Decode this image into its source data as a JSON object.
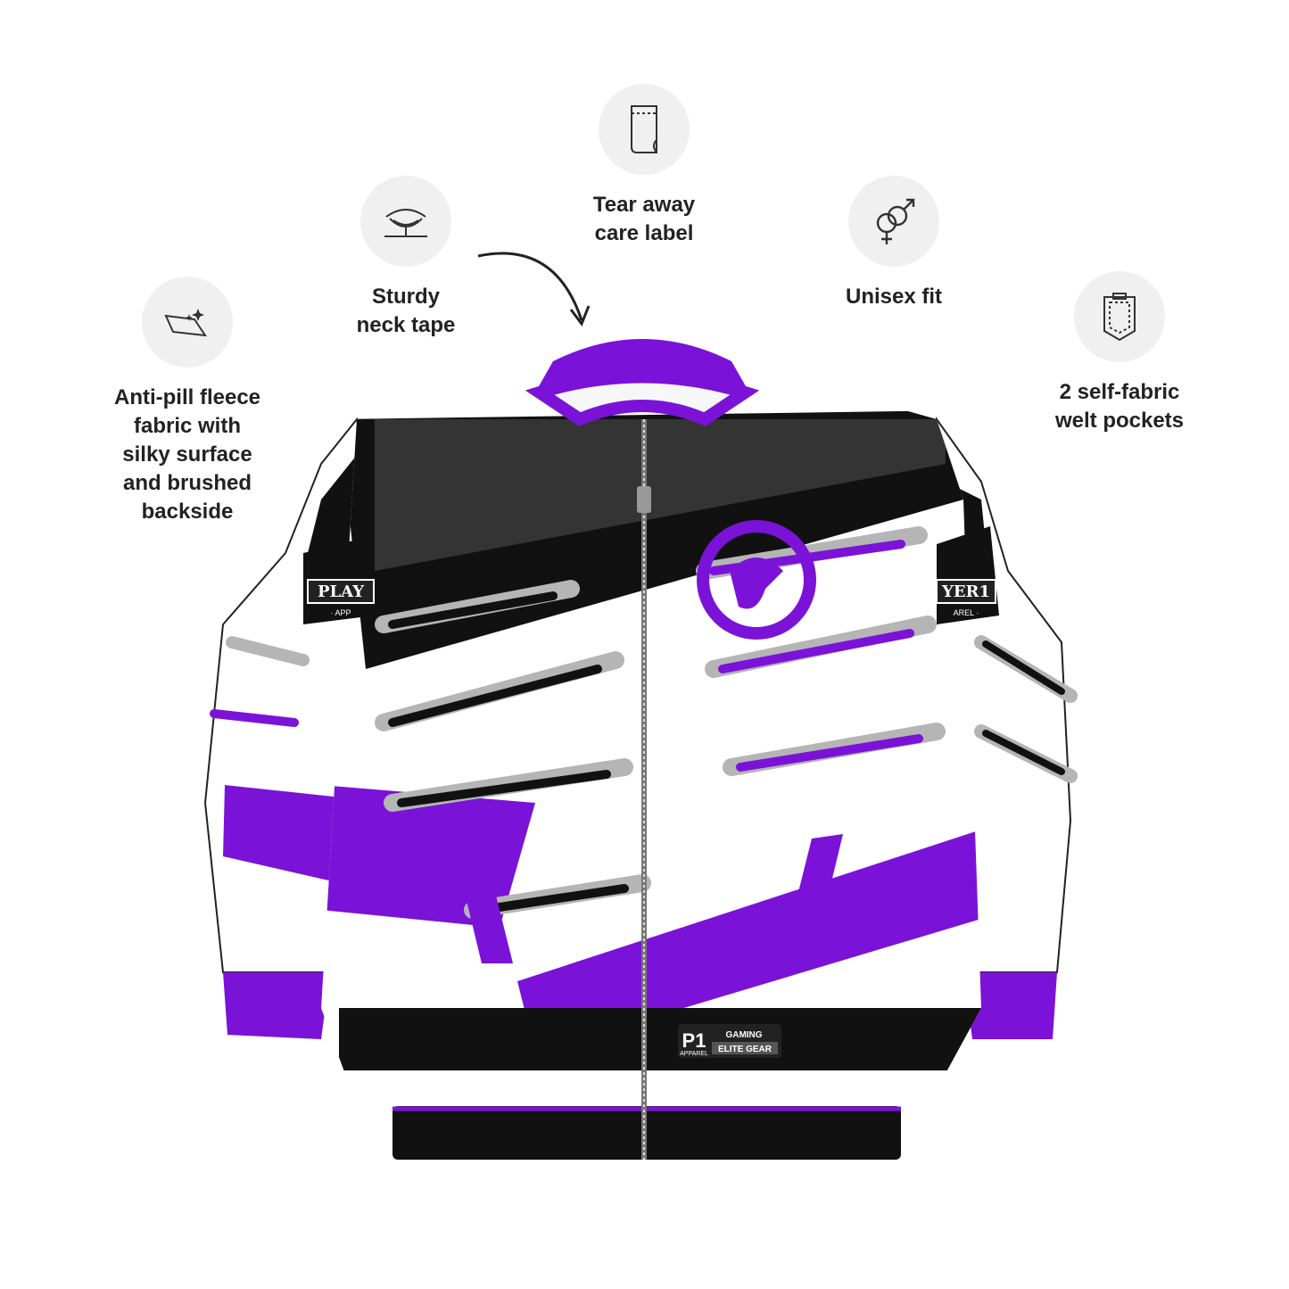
{
  "features": [
    {
      "id": "anti-pill",
      "icon": "fabric-sparkle-icon",
      "label": "Anti-pill fleece\nfabric with\nsilky surface\nand brushed\nbackside"
    },
    {
      "id": "neck-tape",
      "icon": "neck-tape-icon",
      "label": "Sturdy\nneck tape"
    },
    {
      "id": "care-label",
      "icon": "care-label-icon",
      "label": "Tear away\ncare label"
    },
    {
      "id": "unisex",
      "icon": "gender-symbols-icon",
      "label": "Unisex fit"
    },
    {
      "id": "pockets",
      "icon": "pocket-icon",
      "label": "2 self-fabric\nwelt pockets"
    }
  ],
  "product": {
    "sleeve_patch_text_left": "PLAY",
    "sleeve_patch_sub_left": "· APP",
    "sleeve_patch_text_right": "YER1",
    "sleeve_patch_sub_right": "AREL ·",
    "tag_brand": "P1",
    "tag_brand_sub": "APPAREL",
    "tag_line1": "GAMING",
    "tag_line2": "ELITE GEAR"
  },
  "colors": {
    "accent": "#7b12d8",
    "dark": "#111111",
    "grey": "#b5b5b5",
    "icon_bg": "#f0f0f0"
  }
}
